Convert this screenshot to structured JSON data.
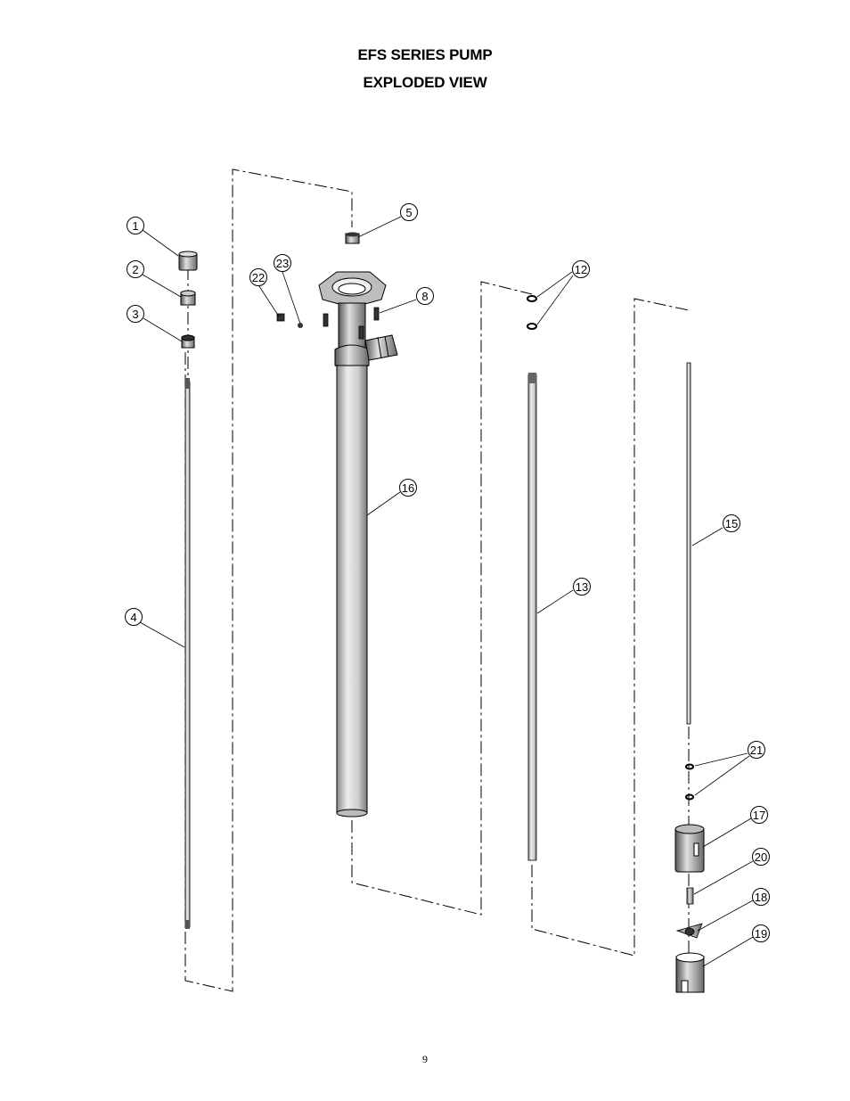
{
  "header": {
    "title_line1": "EFS SERIES PUMP",
    "title_line2": "EXPLODED VIEW"
  },
  "callouts": [
    "1",
    "2",
    "3",
    "4",
    "5",
    "8",
    "12",
    "13",
    "15",
    "16",
    "17",
    "18",
    "19",
    "20",
    "21",
    "22",
    "23"
  ],
  "footer": {
    "page_number": "9"
  }
}
